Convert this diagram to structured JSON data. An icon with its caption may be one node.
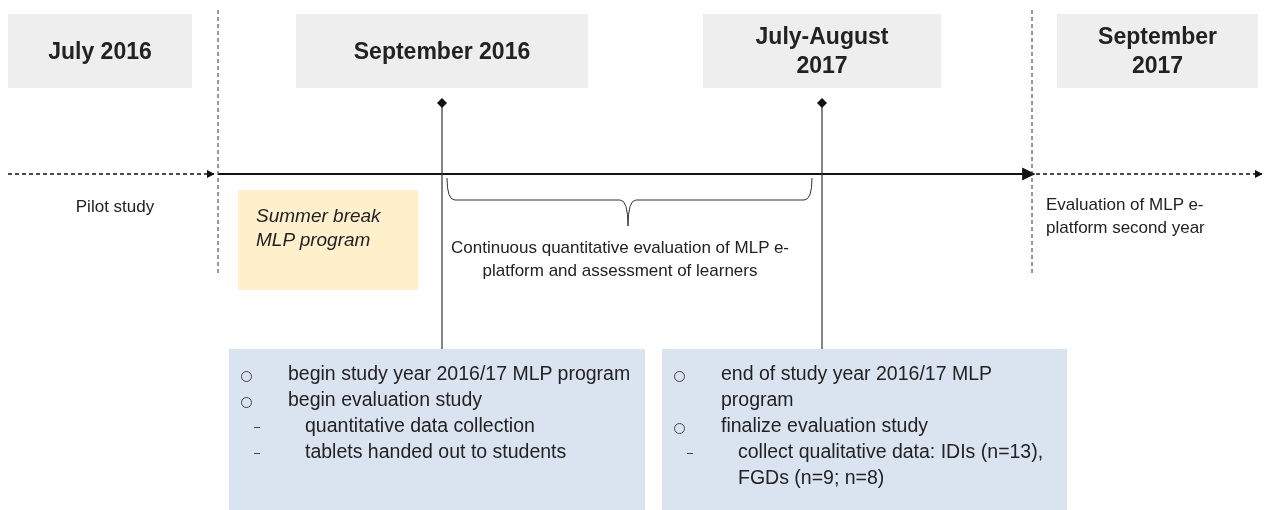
{
  "diagram": {
    "nodes": [
      {
        "text": [
          "July 2016"
        ]
      },
      {
        "text": [
          "September 2016"
        ]
      },
      {
        "text": [
          "July-August 2017"
        ]
      },
      {
        "text": [
          "September 2017"
        ]
      },
      {
        "text": [
          "Summer break MLP program"
        ]
      },
      {
        "text": [
          "begin study year 2016/17 MLP program",
          "begin evaluation study",
          "quantitative data collection",
          "tablets handed out to students"
        ]
      },
      {
        "text": [
          "end of study year 2016/17 MLP program",
          "finalize evaluation study",
          "collect qualitative data: IDIs (n=13), FGDs (n=9; n=8)"
        ]
      }
    ],
    "edges": [
      {
        "from": 1,
        "to": 5,
        "arrow": "other"
      },
      {
        "from": 2,
        "to": 6,
        "arrow": "other"
      }
    ],
    "labels": [
      "Pilot study",
      "Continuous quantitative evaluation of MLP e-platform and assessment of learners",
      "Evaluation of MLP e-platform second year"
    ]
  }
}
